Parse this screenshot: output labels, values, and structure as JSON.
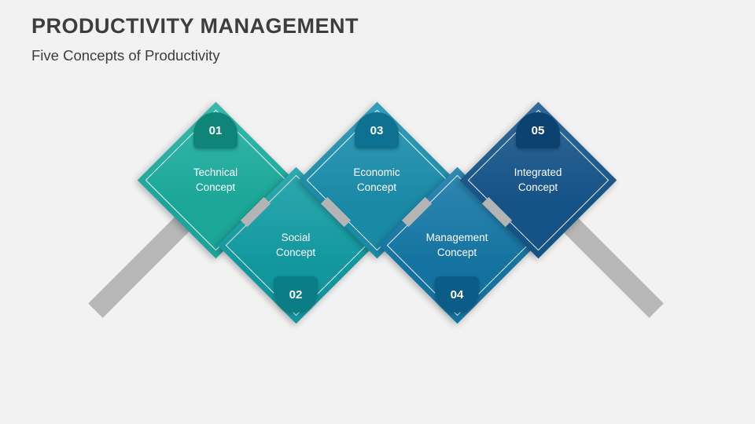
{
  "slide": {
    "title": "PRODUCTIVITY MANAGEMENT",
    "subtitle": "Five Concepts of Productivity",
    "background_color": "#f2f2f2",
    "title_color": "#3d3d3d"
  },
  "diagram": {
    "connector_color": "#b7b7b7",
    "items": [
      {
        "number": "01",
        "lines": [
          "Technical",
          "Concept"
        ],
        "position": "top",
        "color": "#1cafa0",
        "badge_color": "#0f8478"
      },
      {
        "number": "02",
        "lines": [
          "Social",
          "Concept"
        ],
        "position": "bottom",
        "color": "#129ea6",
        "badge_color": "#0a7d86"
      },
      {
        "number": "03",
        "lines": [
          "Economic",
          "Concept"
        ],
        "position": "top",
        "color": "#1b90af",
        "badge_color": "#0e7191"
      },
      {
        "number": "04",
        "lines": [
          "Management",
          "Concept"
        ],
        "position": "bottom",
        "color": "#1478a8",
        "badge_color": "#0b5c86"
      },
      {
        "number": "05",
        "lines": [
          "Integrated",
          "Concept"
        ],
        "position": "top",
        "color": "#16568c",
        "badge_color": "#0c4270"
      }
    ]
  }
}
